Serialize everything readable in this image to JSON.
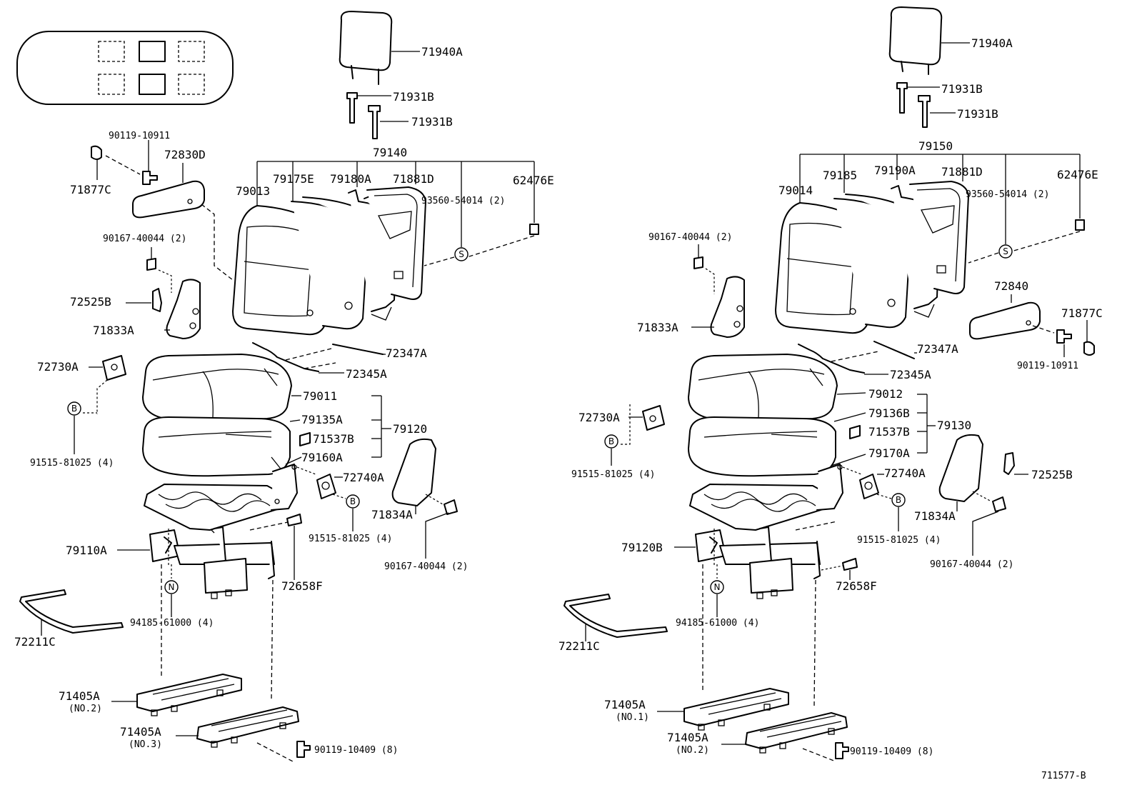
{
  "diagram_id": "711577-B",
  "labels": {
    "l_71940A_a": "71940A",
    "l_71931B_a1": "71931B",
    "l_71931B_a2": "71931B",
    "l_79140": "79140",
    "l_90119_10911_a": "90119-10911",
    "l_72830D": "72830D",
    "l_71877C_a": "71877C",
    "l_79013": "79013",
    "l_79175E": "79175E",
    "l_79180A": "79180A",
    "l_71881D_a": "71881D",
    "l_62476E_a": "62476E",
    "l_93560_a": "93560-54014 (2)",
    "l_90167_40044_a1": "90167-40044 (2)",
    "l_72525B_a": "72525B",
    "l_71833A_a": "71833A",
    "l_72347A_a": "72347A",
    "l_72730A_a": "72730A",
    "l_72345A_a": "72345A",
    "l_79011": "79011",
    "l_79135A": "79135A",
    "l_71537B_a": "71537B",
    "l_79120": "79120",
    "l_79160A": "79160A",
    "l_91515_a1": "91515-81025 (4)",
    "l_72740A_a": "72740A",
    "l_71834A_a": "71834A",
    "l_91515_a2": "91515-81025 (4)",
    "l_79110A": "79110A",
    "l_90167_40044_a2": "90167-40044 (2)",
    "l_72658F_a": "72658F",
    "l_94185_a": "94185-61000 (4)",
    "l_72211C_a": "72211C",
    "l_71405A_a1": "71405A",
    "l_no2_a": "(NO.2)",
    "l_71405A_a2": "71405A",
    "l_no3_a": "(NO.3)",
    "l_90119_10409_a": "90119-10409 (8)",
    "l_71940A_b": "71940A",
    "l_71931B_b1": "71931B",
    "l_71931B_b2": "71931B",
    "l_79150": "79150",
    "l_79014": "79014",
    "l_79185": "79185",
    "l_79190A": "79190A",
    "l_71881D_b": "71881D",
    "l_62476E_b": "62476E",
    "l_93560_b": "93560-54014 (2)",
    "l_90167_40044_b1": "90167-40044 (2)",
    "l_72840": "72840",
    "l_71877C_b": "71877C",
    "l_71833A_b": "71833A",
    "l_72347A_b": "72347A",
    "l_90119_10911_b": "90119-10911",
    "l_72345A_b": "72345A",
    "l_79012": "79012",
    "l_72730A_b": "72730A",
    "l_79136B": "79136B",
    "l_79130": "79130",
    "l_71537B_b": "71537B",
    "l_91515_b1": "91515-81025 (4)",
    "l_79170A": "79170A",
    "l_72525B_b": "72525B",
    "l_72740A_b": "72740A",
    "l_71834A_b": "71834A",
    "l_91515_b2": "91515-81025 (4)",
    "l_79120B": "79120B",
    "l_90167_40044_b2": "90167-40044 (2)",
    "l_72658F_b": "72658F",
    "l_94185_b": "94185-61000 (4)",
    "l_72211C_b": "72211C",
    "l_71405A_b1": "71405A",
    "l_no1_b": "(NO.1)",
    "l_71405A_b2": "71405A",
    "l_no2_b": "(NO.2)",
    "l_90119_10409_b": "90119-10409 (8)"
  },
  "callouts": {
    "c_S": "S",
    "c_B": "B",
    "c_N": "N"
  }
}
